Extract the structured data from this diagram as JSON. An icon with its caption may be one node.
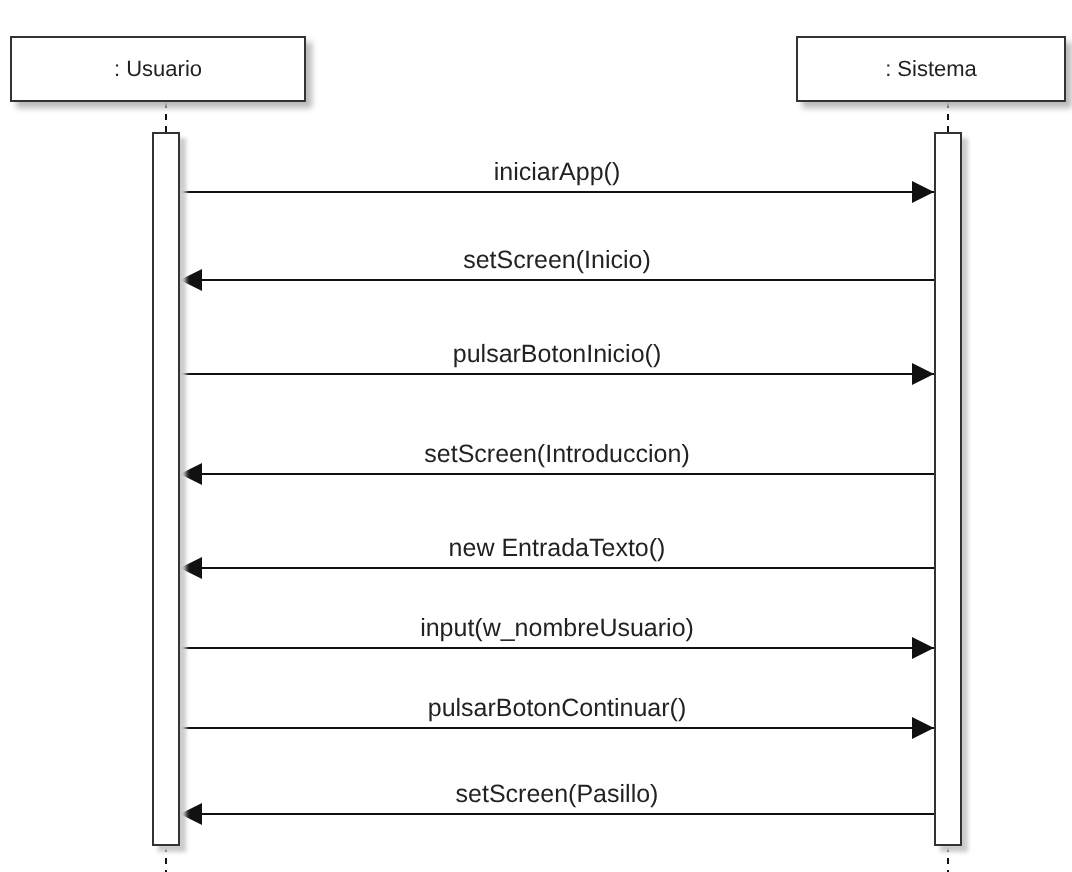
{
  "diagram": {
    "nodes": [
      {
        "text": [
          ": Usuario"
        ]
      },
      {
        "text": [
          ": Sistema"
        ]
      },
      {
        "text": [],
        "shape": "bar"
      },
      {
        "text": [],
        "shape": "bar"
      }
    ],
    "edges": [
      {
        "from": 0,
        "to": 2,
        "arrow": "none",
        "style": "dashed"
      },
      {
        "from": 1,
        "to": 3,
        "arrow": "none",
        "style": "dashed"
      },
      {
        "from": 2,
        "to": null,
        "arrow": "none",
        "style": "dashed"
      },
      {
        "from": 3,
        "to": null,
        "arrow": "none",
        "style": "dashed"
      },
      {
        "from": 2,
        "to": 3,
        "arrow": "to",
        "label": "iniciarApp()"
      },
      {
        "from": 3,
        "to": 2,
        "arrow": "to",
        "label": "setScreen(Inicio)"
      },
      {
        "from": 2,
        "to": 3,
        "arrow": "to",
        "label": "pulsarBotonInicio()"
      },
      {
        "from": 3,
        "to": 2,
        "arrow": "to",
        "label": "setScreen(Introduccion)"
      },
      {
        "from": 3,
        "to": 2,
        "arrow": "to",
        "label": "new EntradaTexto()"
      },
      {
        "from": 2,
        "to": 3,
        "arrow": "to",
        "label": "input(w_nombreUsuario)"
      },
      {
        "from": 2,
        "to": 3,
        "arrow": "to",
        "label": "pulsarBotonContinuar()"
      },
      {
        "from": 3,
        "to": 2,
        "arrow": "to",
        "label": "setScreen(Pasillo)"
      }
    ]
  }
}
